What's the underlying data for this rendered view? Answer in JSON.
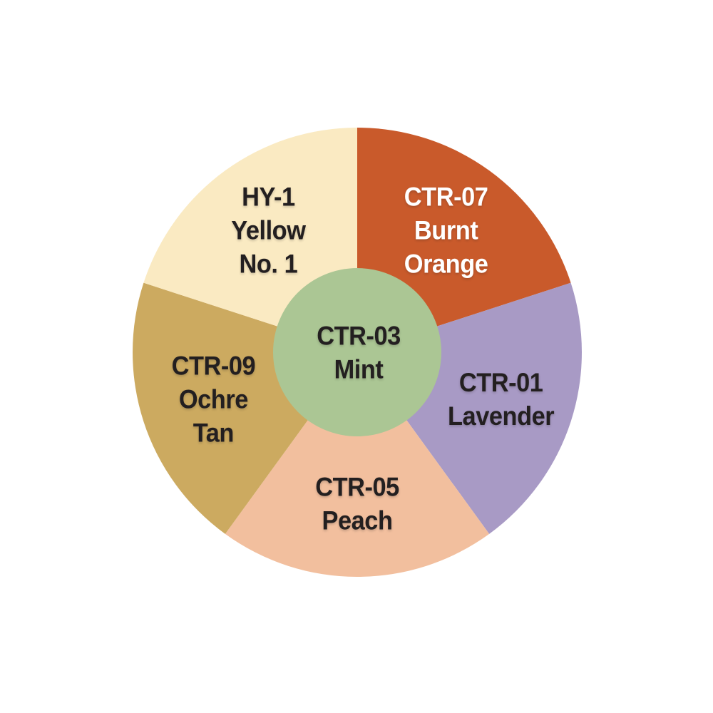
{
  "chart_data": {
    "type": "pie",
    "description_role": "color-swatch-wheel",
    "start_angle_deg": 0,
    "direction": "clockwise",
    "background": "#FFFFFF",
    "segments": [
      {
        "code": "CTR-07",
        "name": "Burnt Orange",
        "label_lines": [
          "CTR-07",
          "Burnt",
          "Orange"
        ],
        "color": "#C95A2B",
        "text_color": "#FFFFFF",
        "angle_deg": 72,
        "fraction": 0.2
      },
      {
        "code": "CTR-01",
        "name": "Lavender",
        "label_lines": [
          "CTR-01",
          "Lavender"
        ],
        "color": "#A89AC5",
        "text_color": "#231F20",
        "angle_deg": 72,
        "fraction": 0.2
      },
      {
        "code": "CTR-05",
        "name": "Peach",
        "label_lines": [
          "CTR-05",
          "Peach"
        ],
        "color": "#F2BF9E",
        "text_color": "#231F20",
        "angle_deg": 72,
        "fraction": 0.2
      },
      {
        "code": "CTR-09",
        "name": "Ochre Tan",
        "label_lines": [
          "CTR-09",
          "Ochre",
          "Tan"
        ],
        "color": "#CCAA60",
        "text_color": "#231F20",
        "angle_deg": 72,
        "fraction": 0.2
      },
      {
        "code": "HY-1",
        "name": "Yellow No. 1",
        "label_lines": [
          "HY-1",
          "Yellow",
          "No. 1"
        ],
        "color": "#FAEAC2",
        "text_color": "#231F20",
        "angle_deg": 72,
        "fraction": 0.2
      }
    ],
    "center": {
      "code": "CTR-03",
      "name": "Mint",
      "label_lines": [
        "CTR-03",
        "Mint"
      ],
      "color": "#ABC694",
      "text_color": "#231F20"
    }
  }
}
